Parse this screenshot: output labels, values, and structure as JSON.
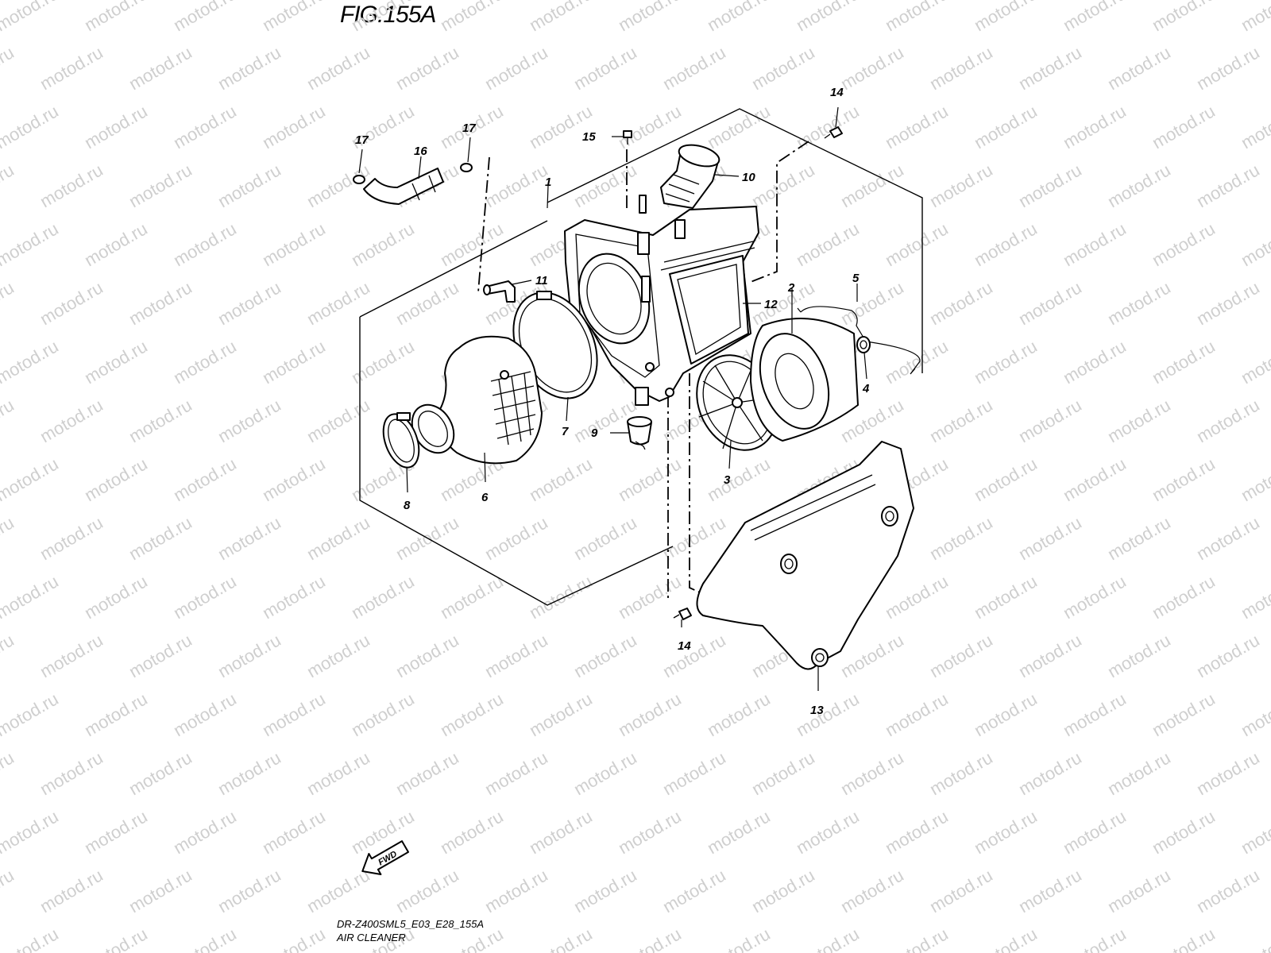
{
  "figure_title": "FIG.155A",
  "watermark_text": "motod.ru",
  "footer": {
    "code": "DR-Z400SML5_E03_E28_155A",
    "name": "AIR CLEANER"
  },
  "fwd_label": "FWD",
  "callouts": {
    "p1": "1",
    "p2": "2",
    "p3": "3",
    "p4": "4",
    "p5": "5",
    "p6": "6",
    "p7": "7",
    "p8": "8",
    "p9": "9",
    "p10": "10",
    "p11": "11",
    "p12": "12",
    "p13": "13",
    "p14a": "14",
    "p14b": "14",
    "p15": "15",
    "p16": "16",
    "p17a": "17",
    "p17b": "17"
  },
  "colors": {
    "line": "#000000",
    "watermark": "#cfcfcf",
    "background": "#ffffff"
  }
}
